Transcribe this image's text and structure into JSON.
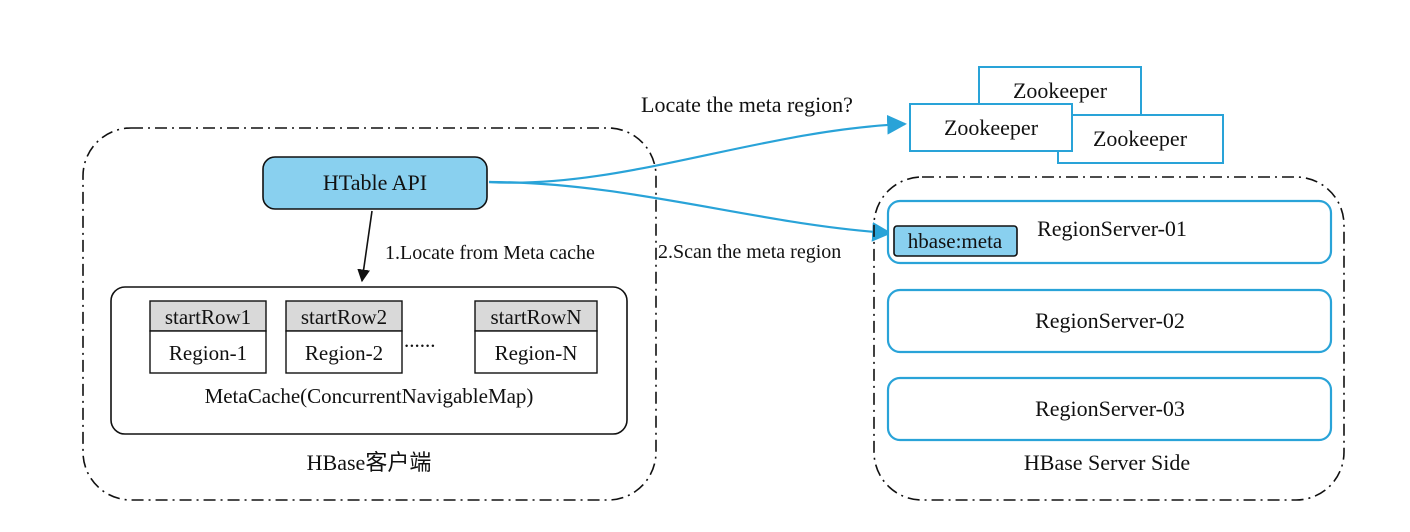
{
  "client": {
    "api_label": "HTable API",
    "step1_label": "1.Locate from Meta cache",
    "cache_label": "MetaCache(ConcurrentNavigableMap)",
    "client_label": "HBase客户端",
    "ellipsis": "......",
    "entries": [
      {
        "key": "startRow1",
        "value": "Region-1"
      },
      {
        "key": "startRow2",
        "value": "Region-2"
      },
      {
        "key": "startRowN",
        "value": "Region-N"
      }
    ]
  },
  "zookeeper": {
    "question": "Locate the meta region?",
    "nodes": [
      "Zookeeper",
      "Zookeeper",
      "Zookeeper"
    ]
  },
  "server": {
    "step2_label": "2.Scan the meta region",
    "meta_badge": "hbase:meta",
    "region_servers": [
      "RegionServer-01",
      "RegionServer-02",
      "RegionServer-03"
    ],
    "server_label": "HBase Server Side"
  },
  "colors": {
    "accent": "#29a3d8",
    "api_fill": "#89d0ef",
    "key_fill": "#d9d9d9",
    "ink": "#111111"
  }
}
